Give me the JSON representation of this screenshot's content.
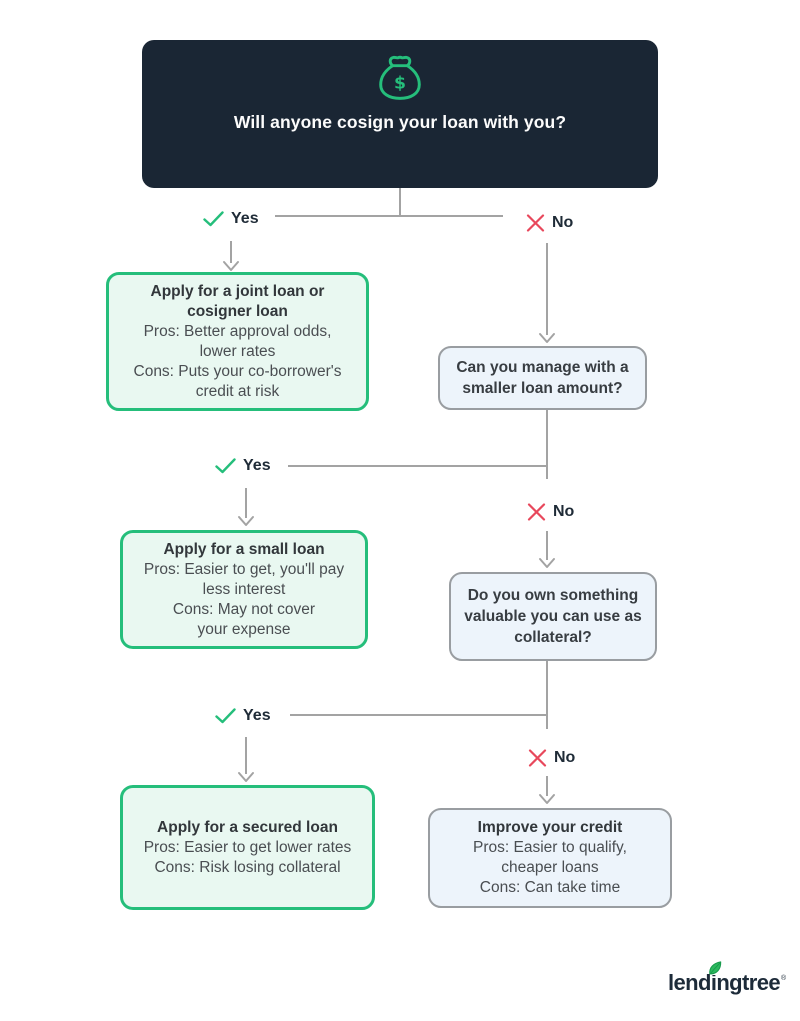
{
  "flow": {
    "root_question": "Will anyone cosign your loan with you?",
    "yes_label": "Yes",
    "no_label": "No",
    "green_outcomes": [
      {
        "title": "Apply for a joint loan or\ncosigner loan",
        "pros": "Pros: Better approval odds,\nlower rates",
        "cons": "Cons: Puts your co-borrower's\ncredit at risk"
      },
      {
        "title": "Apply for a small loan",
        "pros": "Pros: Easier to get, you'll pay\nless interest",
        "cons": "Cons: May not cover\nyour expense"
      },
      {
        "title": "Apply for a secured loan",
        "pros": "Pros: Easier to get lower rates",
        "cons": "Cons: Risk losing collateral"
      }
    ],
    "sub_questions": [
      "Can you manage with a\nsmaller loan amount?",
      "Do you own something\nvaluable you can use as\ncollateral?"
    ],
    "final_outcome": {
      "title": "Improve your credit",
      "pros": "Pros: Easier to qualify,\ncheaper loans",
      "cons": "Cons: Can take time"
    }
  },
  "icons": {
    "money_bag": "money-bag-icon",
    "check": "check-icon",
    "cross": "x-icon",
    "leaf": "leaf-icon"
  },
  "colors": {
    "header_bg": "#1A2634",
    "green": "#25BE7B",
    "green_fill": "#E9F8F1",
    "blue_fill": "#EDF4FB",
    "question_border": "#999DA1",
    "connector_line": "#A3A3A3",
    "red_x": "#E8485C",
    "label_text": "#1F2B37",
    "title_text": "#32373B",
    "body_text": "#4A4E52",
    "header_text": "#FCFCFC"
  },
  "logo": {
    "part1": "lend",
    "part2": "i",
    "part3": "ngtree",
    "registered": "®"
  }
}
